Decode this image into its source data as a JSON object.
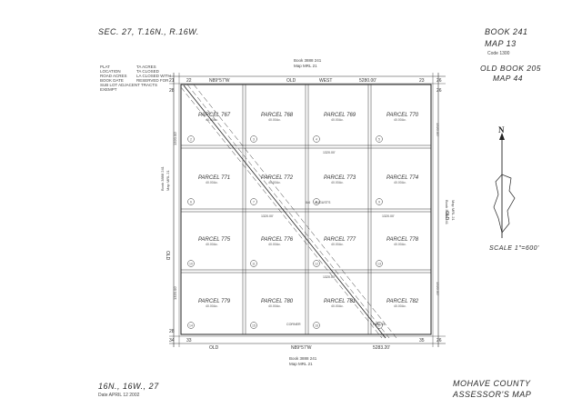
{
  "header": {
    "section_title": "SEC. 27, T.16N., R.16W.",
    "book": "BOOK 241",
    "map": "MAP   13",
    "code": "Code 1300",
    "old_book": "OLD BOOK 205",
    "old_map": "MAP  44"
  },
  "footer": {
    "left_code": "16N., 16W., 27",
    "date": "Date APRIL 12 2002",
    "county": "MOHAVE COUNTY",
    "assessor": "ASSESSOR'S MAP",
    "scale": "SCALE 1\"=600'"
  },
  "compass": {
    "north": "N"
  },
  "road_labels": {
    "top_old": "OLD",
    "top_west": "WEST",
    "top_dim": "5280.00'",
    "bottom_old": "OLD",
    "right_old": "OLD",
    "left_old": "OLD",
    "road_book_top": "Book  3888  241",
    "road_map_top": "Map  MRL 21",
    "road_book_bottom": "Book  3888  241",
    "road_map_bottom": "Map  MRL 21",
    "bottom_dim": "5283.20'",
    "bottom_bearing": "N89°57'W"
  },
  "corners": {
    "tl_a": "22",
    "tl_b": "21",
    "tl_c": "28",
    "tr_a": "23",
    "tr_b": "26",
    "bl_a": "33",
    "bl_b": "34",
    "br_a": "35",
    "br_b": "26",
    "row2_l": "28",
    "row2_r": "26"
  },
  "legend_lines": [
    "PLAT",
    "LOCATION",
    "ROAD ACRES",
    "BOOK DATE",
    "SUB LOT ADJACENT TRACTS",
    "EXEMPT",
    "TA ACRES",
    "TA CLOSED",
    "LA CLOSED WITH",
    "RESERVED FOR"
  ],
  "parcels": [
    {
      "label": "PARCEL 767",
      "acres": "40.00Ac.",
      "circle": "2"
    },
    {
      "label": "PARCEL 768",
      "acres": "40.00Ac.",
      "circle": "3"
    },
    {
      "label": "PARCEL 769",
      "acres": "40.00Ac.",
      "circle": "4"
    },
    {
      "label": "PARCEL 770",
      "acres": "40.00Ac.",
      "circle": "5"
    },
    {
      "label": "PARCEL 771",
      "acres": "40.00Ac.",
      "circle": "6"
    },
    {
      "label": "PARCEL 772",
      "acres": "40.00Ac.",
      "circle": "7"
    },
    {
      "label": "PARCEL 773",
      "acres": "40.00Ac.",
      "circle": "8"
    },
    {
      "label": "PARCEL 774",
      "acres": "40.00Ac.",
      "circle": "9"
    },
    {
      "label": "PARCEL 775",
      "acres": "40.00Ac.",
      "circle": "10"
    },
    {
      "label": "PARCEL 776",
      "acres": "40.00Ac.",
      "circle": "11"
    },
    {
      "label": "PARCEL 777",
      "acres": "40.00Ac.",
      "circle": "12"
    },
    {
      "label": "PARCEL 778",
      "acres": "40.00Ac.",
      "circle": "13"
    },
    {
      "label": "PARCEL 779",
      "acres": "40.00Ac.",
      "circle": "14"
    },
    {
      "label": "PARCEL 780",
      "acres": "40.00Ac.",
      "circle": "15"
    },
    {
      "label": "PARCEL 781",
      "acres": "40.00Ac.",
      "circle": "16"
    },
    {
      "label": "PARCEL 782",
      "acres": "40.00Ac.",
      "circle": "17"
    }
  ],
  "side_labels": {
    "left_book": "Book  3888  241",
    "left_map": "Map  MRL 21",
    "right_book": "Book  3888  241",
    "right_map": "Map  MRL 21",
    "row_dim": "1320.00'",
    "col_dim": "1320.00'",
    "center_label": "AUGUSTS",
    "center_sub": "6/4",
    "corner_note": "CORNER",
    "hwy_note": "HWY 93"
  }
}
